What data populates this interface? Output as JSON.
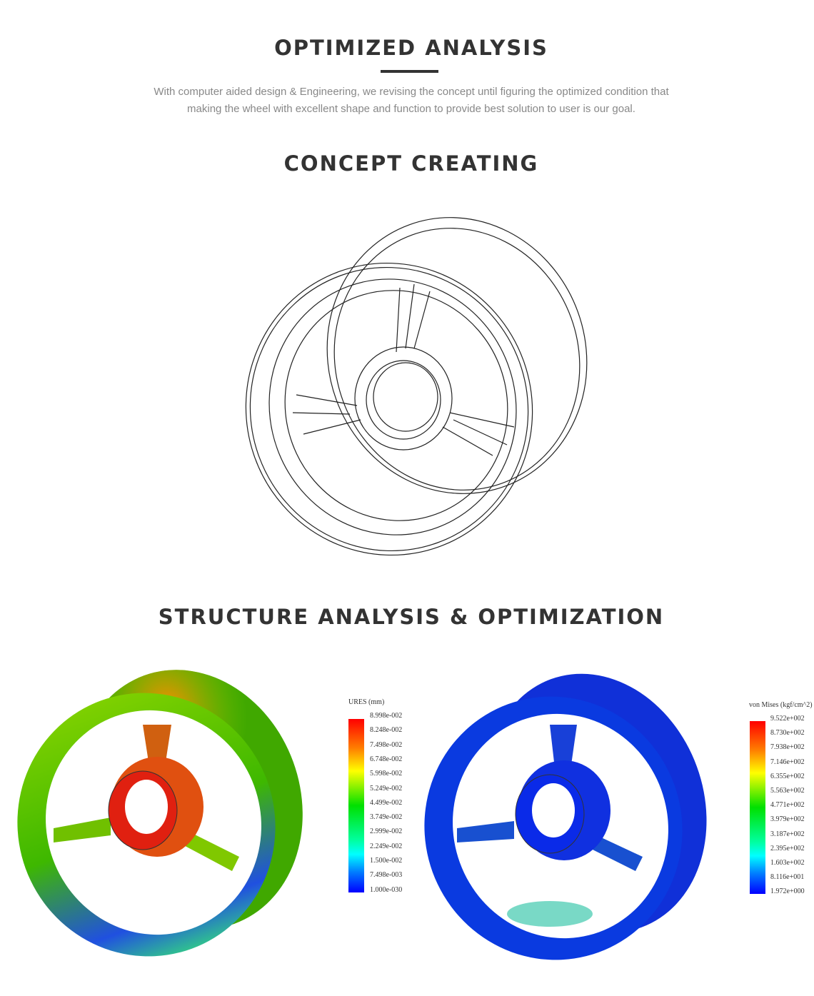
{
  "section1": {
    "title": "OPTIMIZED ANALYSIS",
    "description_lines": [
      "With computer aided design & Engineering, we revising the concept until figuring the optimized condition that",
      "making the wheel with excellent shape and function to provide best solution to user is our goal."
    ]
  },
  "section2": {
    "title": "CONCEPT CREATING"
  },
  "section3": {
    "title": "STRUCTURE ANALYSIS & OPTIMIZATION",
    "legend_displacement": {
      "title": "URES (mm)",
      "labels": [
        "8.998e-002",
        "8.248e-002",
        "7.498e-002",
        "6.748e-002",
        "5.998e-002",
        "5.249e-002",
        "4.499e-002",
        "3.749e-002",
        "2.999e-002",
        "2.249e-002",
        "1.500e-002",
        "7.498e-003",
        "1.000e-030"
      ]
    },
    "legend_stress": {
      "title": "von Mises (kgf/cm^2)",
      "labels": [
        "9.522e+002",
        "8.730e+002",
        "7.938e+002",
        "7.146e+002",
        "6.355e+002",
        "5.563e+002",
        "4.771e+002",
        "3.979e+002",
        "3.187e+002",
        "2.395e+002",
        "1.603e+002",
        "8.116e+001",
        "1.972e+000"
      ]
    }
  },
  "colors": {
    "heading": "#333333",
    "text": "#888888"
  }
}
